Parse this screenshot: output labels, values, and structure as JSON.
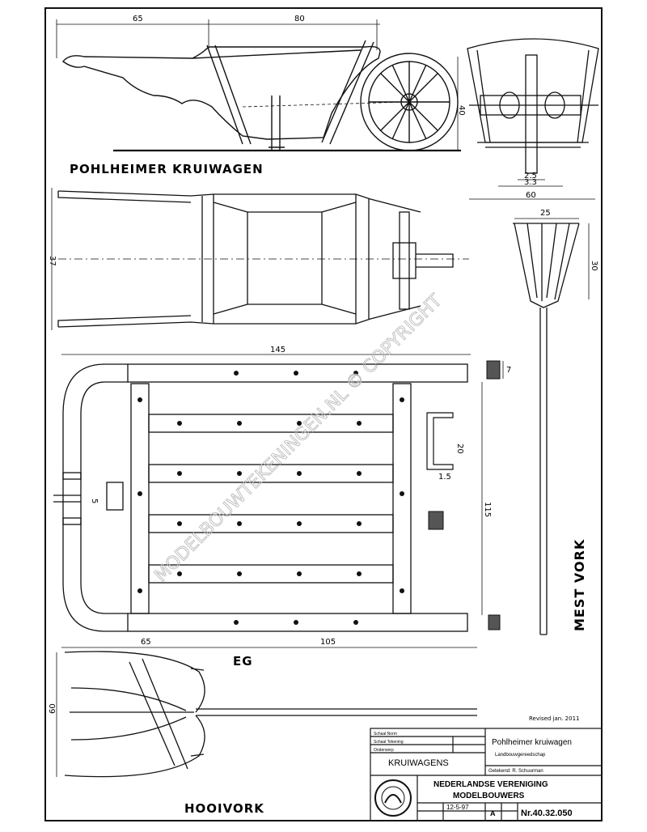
{
  "labels": {
    "pohlheimer": "POHLHEIMER KRUIWAGEN",
    "eg": "EG",
    "hooivork": "HOOIVORK",
    "mestvork": "MEST VORK"
  },
  "dimensions": {
    "d65_top": "65",
    "d80_top": "80",
    "d40_side": "40",
    "d25": "2.5",
    "d33": "3.3",
    "d60_right": "60",
    "d37": "37",
    "d145": "145",
    "d7": "7",
    "d115": "115",
    "d20": "20",
    "d15": "1.5",
    "d5": "5",
    "d65_bot": "65",
    "d105": "105",
    "d60_bot": "60",
    "d25_fork": "25",
    "d30_fork": "30"
  },
  "watermark": "MODELBOUWTEKENINGEN.NL © COPYRIGHT",
  "revised": "Revised jan. 2011",
  "title_block": {
    "hdr_schaal": "Schaal Norm",
    "hdr_tekening": "Schaal Tekening",
    "hdr_onderwerp": "Onderwerp",
    "onderwerp": "KRUIWAGENS",
    "titel": "Pohlheimer kruiwagen",
    "subtitel": "Landbouwgereedschap",
    "getekend": "Getekend: R. Schuurman",
    "vereniging_1": "NEDERLANDSE VERENIGING",
    "vereniging_2": "MODELBOUWERS",
    "datum": "12-5-97",
    "blad": "A",
    "nummer": "Nr.40.32.050"
  },
  "colors": {
    "ink": "#111111",
    "hatch": "#444444",
    "watermark": "#bbbbbb"
  }
}
